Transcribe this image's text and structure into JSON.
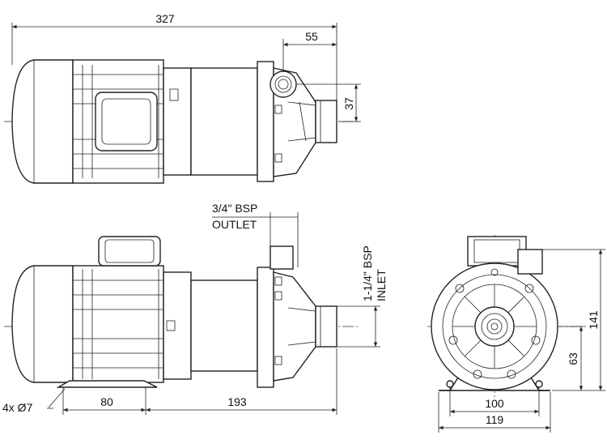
{
  "dimensions": {
    "overall_length": "327",
    "outlet_offset": "55",
    "inlet_offset": "37",
    "outlet_label_line1": "3/4\" BSP",
    "outlet_label_line2": "OUTLET",
    "inlet_label_line1": "1-1/4\" BSP",
    "inlet_label_line2": "INLET",
    "mount_hole_spacing": "80",
    "mount_to_inlet": "193",
    "hole_callout": "4x Ø7",
    "total_height": "141",
    "shaft_height": "63",
    "foot_hole_spacing": "100",
    "foot_width": "119"
  }
}
